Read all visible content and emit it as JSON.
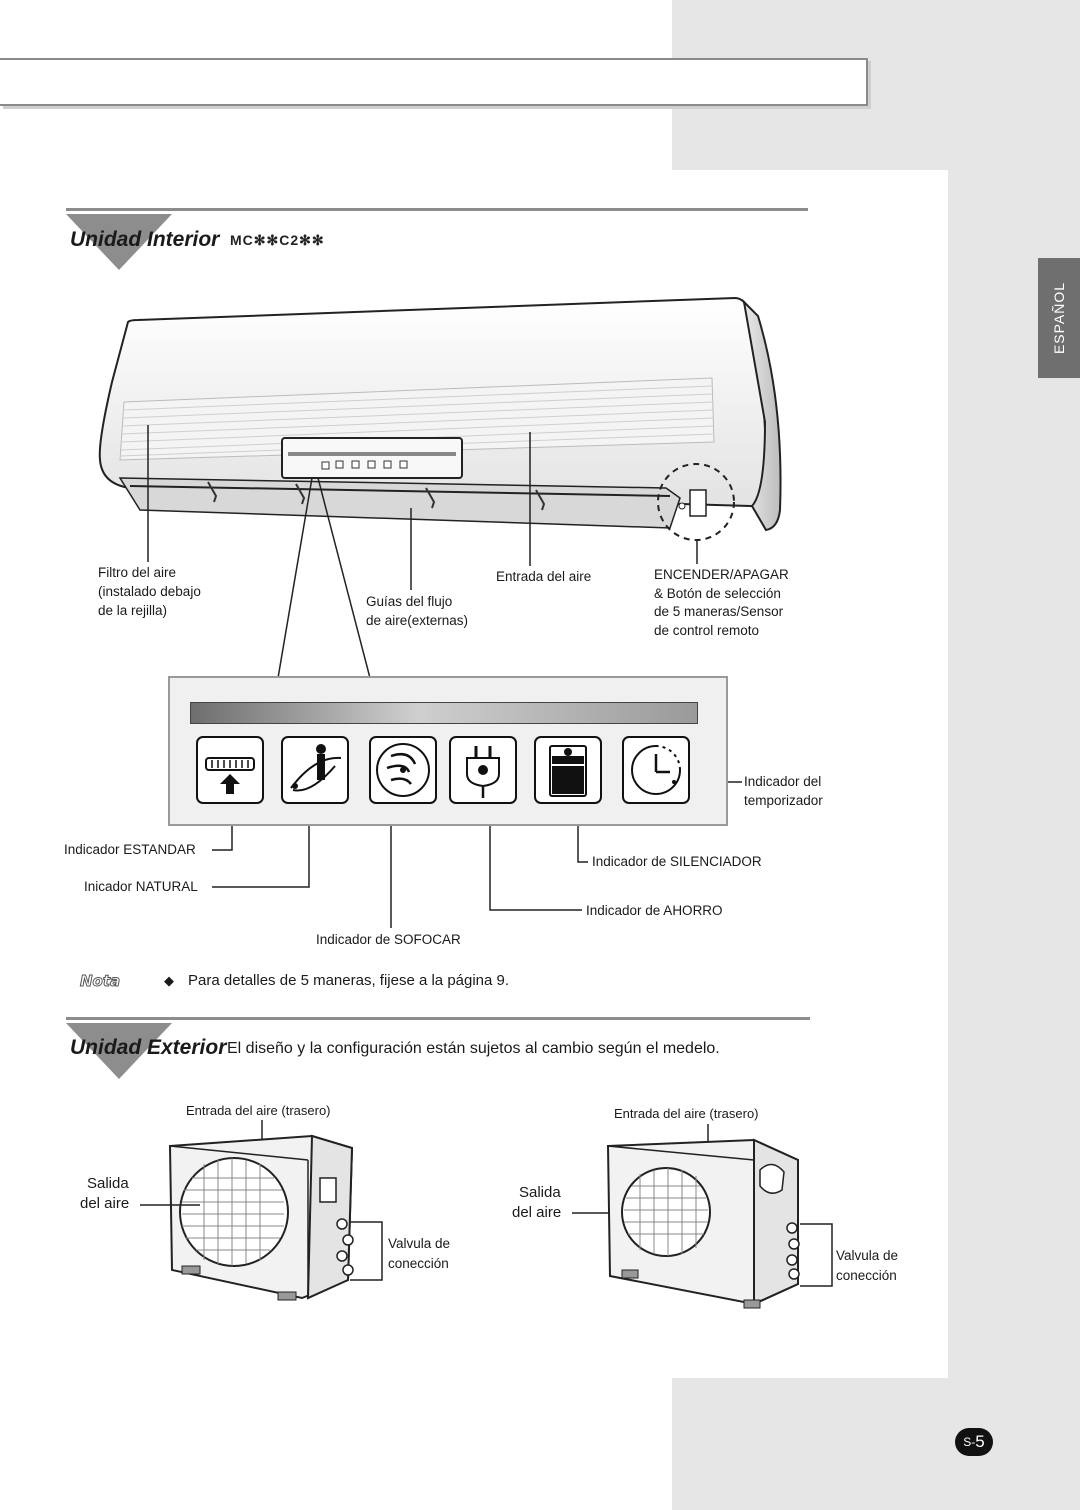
{
  "language_tab": "ESPAÑOL",
  "indoor": {
    "title": "Unidad Interior",
    "model": "MC✻✻C2✻✻",
    "labels": {
      "filter_line1": "Filtro del aire",
      "filter_line2": "(instalado debajo",
      "filter_line3": "de la rejilla)",
      "guides_line1": "Guías del flujo",
      "guides_line2": "de aire(externas)",
      "inlet": "Entrada del aire",
      "power_line1": "ENCENDER/APAGAR",
      "power_line2": "& Botón de selección",
      "power_line3": "de 5 maneras/Sensor",
      "power_line4": "de control remoto"
    },
    "indicators": {
      "timer_line1": "Indicador del",
      "timer_line2": "temporizador",
      "standard": "Indicador ESTANDAR",
      "natural": "Inicador NATURAL",
      "silencer": "Indicador de SILENCIADOR",
      "saving": "Indicador de AHORRO",
      "turbo": "Indicador de SOFOCAR"
    },
    "icons": [
      "standard-icon",
      "natural-icon",
      "turbo-icon",
      "saving-plug-icon",
      "silencer-icon",
      "timer-icon"
    ]
  },
  "note": {
    "label": "Nota",
    "bullet": "◆",
    "text": "Para detalles de 5 maneras, fijese a la página 9."
  },
  "outdoor": {
    "title": "Unidad Exterior",
    "subtitle": "El diseño y la configuración están sujetos al cambio según el medelo.",
    "unit1": {
      "rear_inlet": "Entrada del aire (trasero)",
      "outlet_line1": "Salida",
      "outlet_line2": "del aire",
      "valve_line1": "Valvula de",
      "valve_line2": "conección"
    },
    "unit2": {
      "rear_inlet": "Entrada del aire (trasero)",
      "outlet_line1": "Salida",
      "outlet_line2": "del aire",
      "valve_line1": "Valvula de",
      "valve_line2": "conección"
    }
  },
  "page": {
    "prefix": "S-",
    "number": "5"
  }
}
